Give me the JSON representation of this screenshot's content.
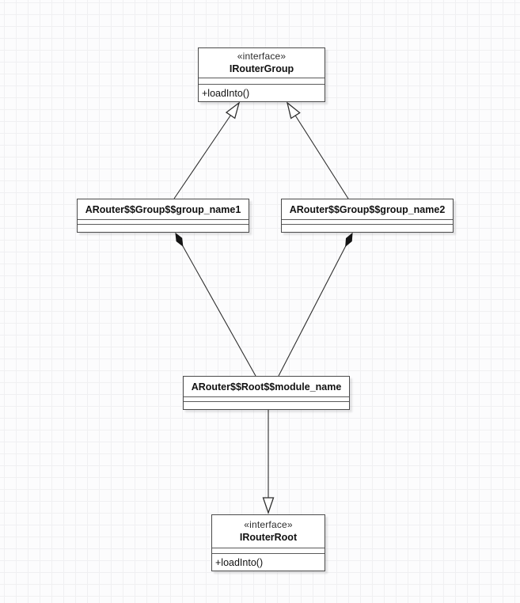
{
  "diagram": {
    "type": "uml-class-diagram",
    "nodes": [
      {
        "id": "irouter-group",
        "stereotype": "«interface»",
        "name": "IRouterGroup",
        "methods": [
          "+loadInto()"
        ]
      },
      {
        "id": "group1",
        "name": "ARouter$$Group$$group_name1",
        "methods": []
      },
      {
        "id": "group2",
        "name": "ARouter$$Group$$group_name2",
        "methods": []
      },
      {
        "id": "module-root",
        "name": "ARouter$$Root$$module_name",
        "methods": []
      },
      {
        "id": "irouter-root",
        "stereotype": "«interface»",
        "name": "IRouterRoot",
        "methods": [
          "+loadInto()"
        ]
      }
    ],
    "edges": [
      {
        "from": "ARouter$$Group$$group_name1",
        "to": "IRouterGroup",
        "type": "realization",
        "arrowhead": "hollow-triangle"
      },
      {
        "from": "ARouter$$Group$$group_name2",
        "to": "IRouterGroup",
        "type": "realization",
        "arrowhead": "hollow-triangle"
      },
      {
        "from": "ARouter$$Root$$module_name",
        "to": "ARouter$$Group$$group_name1",
        "type": "composition",
        "arrowhead": "filled-diamond"
      },
      {
        "from": "ARouter$$Root$$module_name",
        "to": "ARouter$$Group$$group_name2",
        "type": "composition",
        "arrowhead": "filled-diamond"
      },
      {
        "from": "ARouter$$Root$$module_name",
        "to": "IRouterRoot",
        "type": "realization",
        "arrowhead": "hollow-triangle"
      }
    ],
    "colors": {
      "node_fill": "#ffffff",
      "node_border": "#4a4a4a",
      "edge_stroke": "#2e2e2e",
      "text": "#111111",
      "grid_line": "#f0f0f2",
      "canvas_bg": "#fcfcfd"
    }
  }
}
